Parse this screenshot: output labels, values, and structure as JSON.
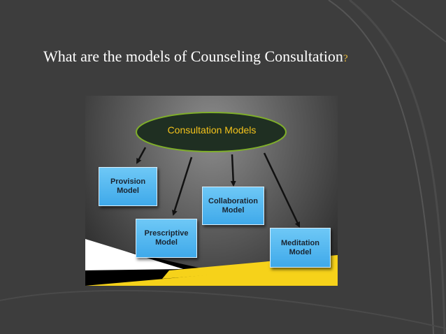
{
  "slide": {
    "title": "What are the models of Counseling Consultation",
    "title_mark": "?"
  },
  "diagram": {
    "root": "Consultation Models",
    "nodes": [
      {
        "id": "provision",
        "line1": "Provision",
        "line2": "Model"
      },
      {
        "id": "prescriptive",
        "line1": "Prescriptive",
        "line2": "Model"
      },
      {
        "id": "collaboration",
        "line1": "Collaboration",
        "line2": "Model"
      },
      {
        "id": "meditation",
        "line1": "Meditation",
        "line2": "Model"
      }
    ]
  },
  "colors": {
    "slide_bg": "#3d3d3d",
    "oval_fill": "#1f2f22",
    "oval_border": "#7fae2a",
    "oval_text": "#f3c21b",
    "box_fill": "#4cb3ee",
    "stripe_yellow": "#f6d21a"
  }
}
